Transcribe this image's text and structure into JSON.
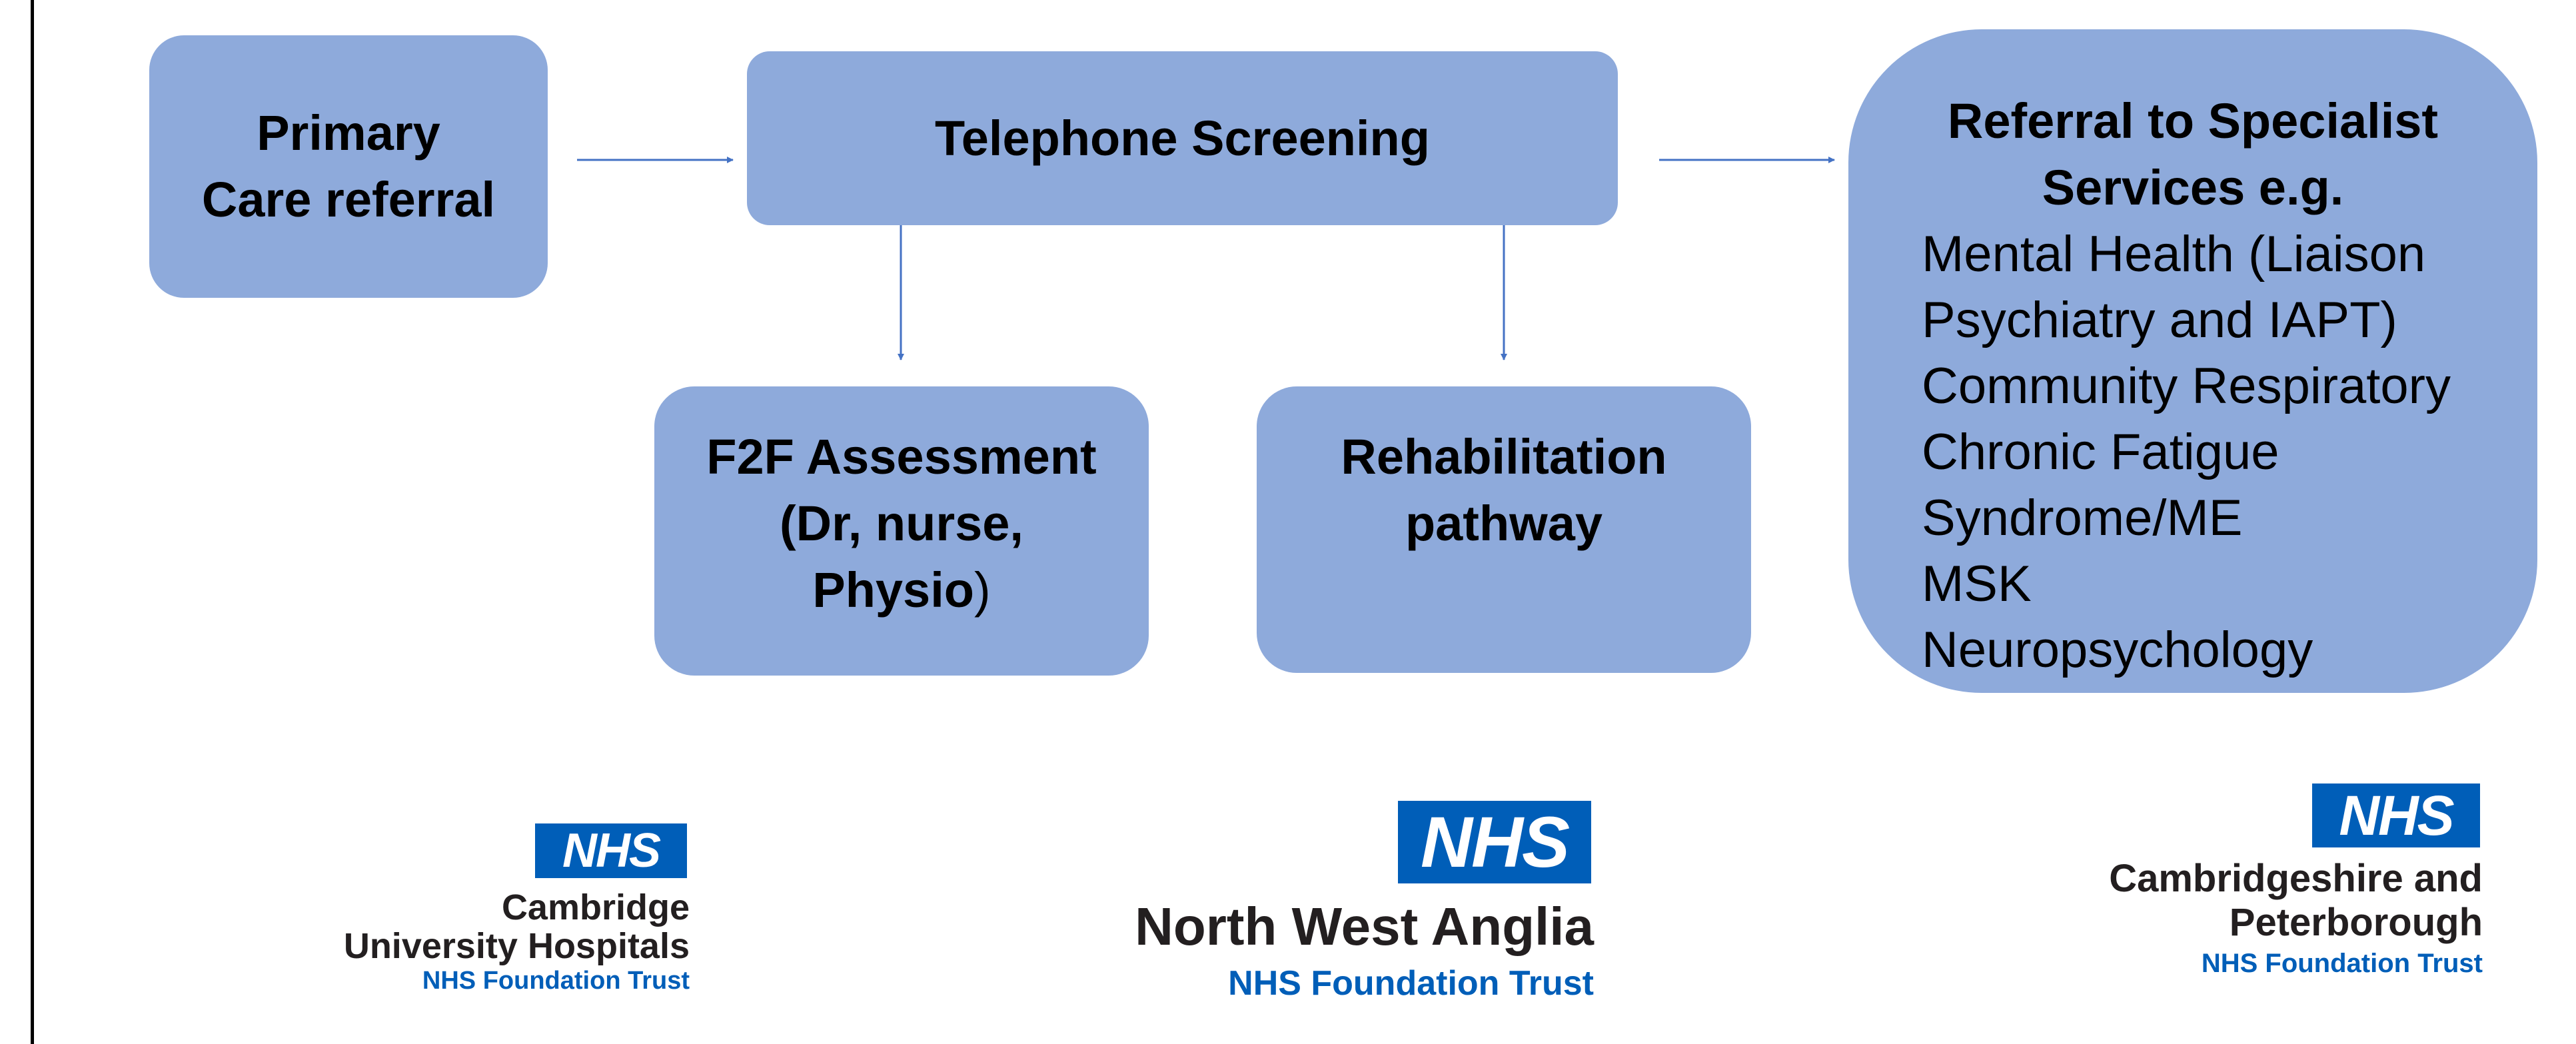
{
  "boxes": {
    "primary": {
      "line1": "Primary",
      "line2": "Care referral"
    },
    "telephone": {
      "label": "Telephone Screening"
    },
    "f2f": {
      "line1": "F2F Assessment",
      "line2": "(Dr, nurse,",
      "line3": "Physio",
      "line3_close": ")"
    },
    "rehab": {
      "line1": "Rehabilitation",
      "line2": "pathway"
    },
    "referral": {
      "heading1": "Referral to Specialist",
      "heading2": "Services e.g.",
      "items": [
        "Mental Health (Liaison",
        "Psychiatry and IAPT)",
        "Community Respiratory",
        "Chronic Fatigue",
        "Syndrome/ME",
        "MSK",
        "Neuropsychology"
      ]
    }
  },
  "logos": {
    "cambridge": {
      "badge": "NHS",
      "line1": "Cambridge",
      "line2": "University Hospitals",
      "trust": "NHS Foundation Trust"
    },
    "nwa": {
      "badge": "NHS",
      "line1": "North West Anglia",
      "trust": "NHS Foundation Trust"
    },
    "cpft": {
      "badge": "NHS",
      "line1": "Cambridgeshire and",
      "line2": "Peterborough",
      "trust": "NHS Foundation Trust"
    }
  },
  "colors": {
    "box_fill": "#8eaadb",
    "arrow": "#4472c4",
    "nhs_blue": "#005eb8",
    "logo_text": "#231f20"
  }
}
